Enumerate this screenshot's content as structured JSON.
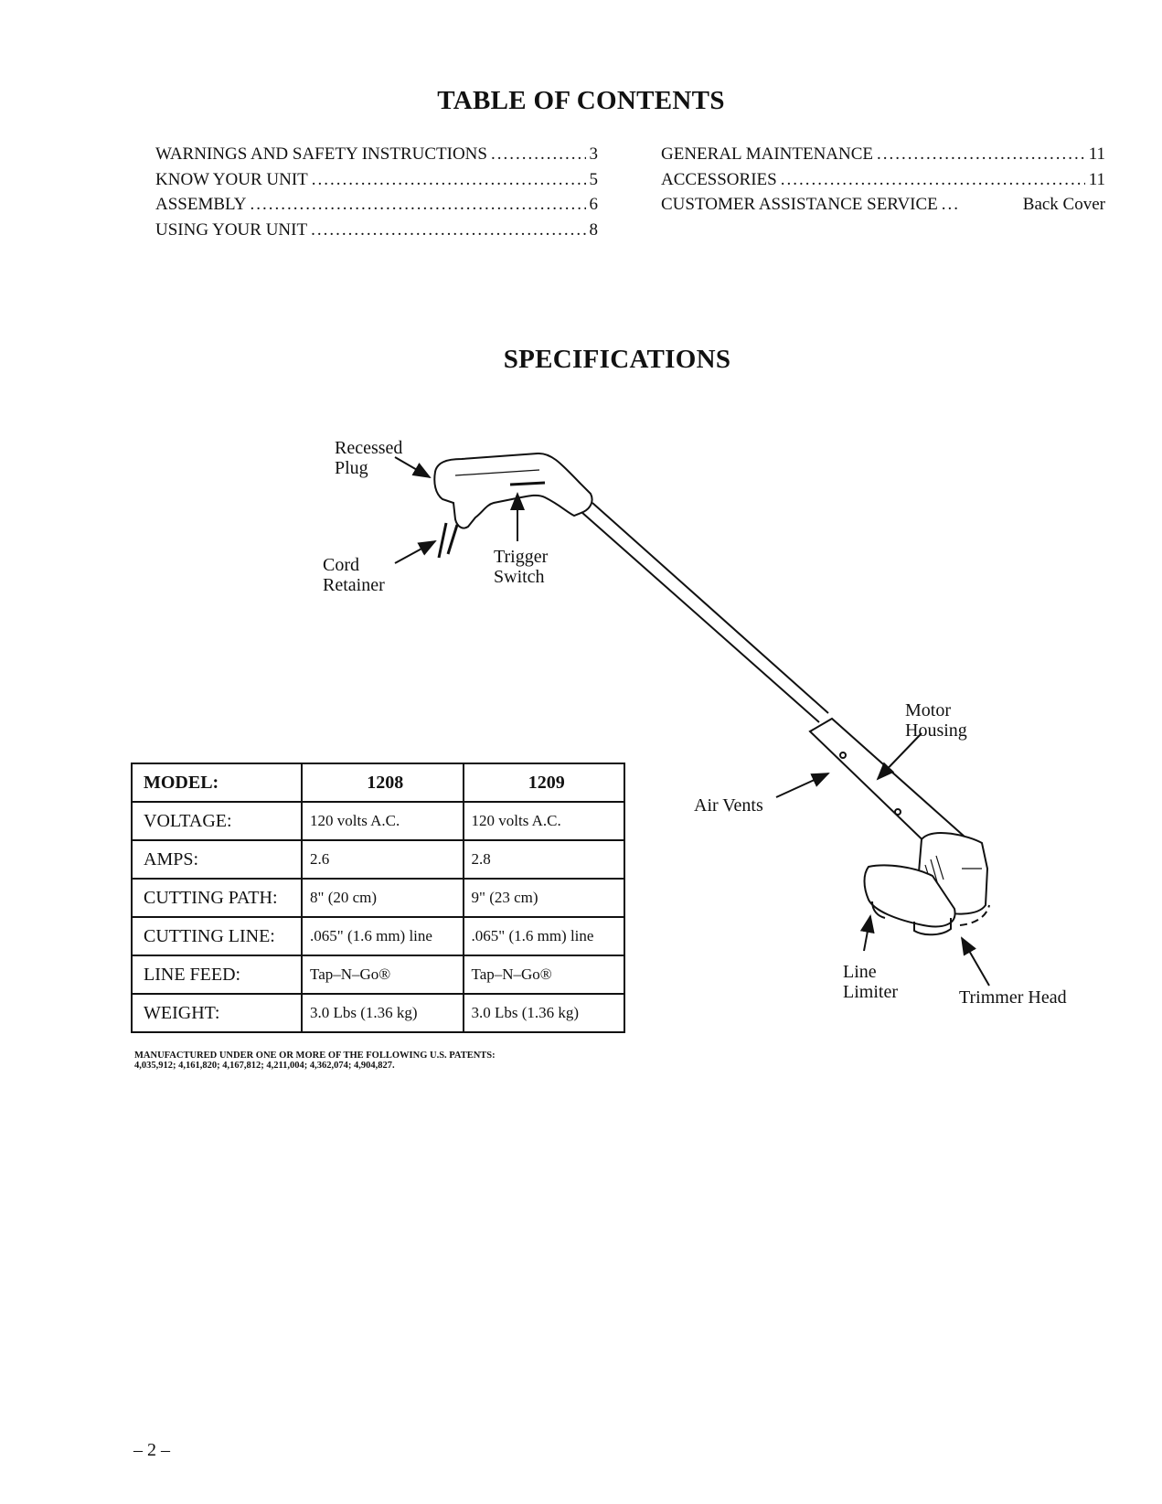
{
  "toc": {
    "title": "TABLE OF CONTENTS",
    "left": [
      {
        "label": "WARNINGS AND SAFETY INSTRUCTIONS",
        "page": "3"
      },
      {
        "label": "KNOW YOUR UNIT",
        "page": "5"
      },
      {
        "label": "ASSEMBLY",
        "page": "6"
      },
      {
        "label": "USING YOUR UNIT",
        "page": "8"
      }
    ],
    "right": [
      {
        "label": "GENERAL MAINTENANCE",
        "page": "11"
      },
      {
        "label": "ACCESSORIES",
        "page": "11"
      },
      {
        "label": "CUSTOMER ASSISTANCE SERVICE",
        "page": "Back Cover"
      }
    ]
  },
  "specifications": {
    "title": "SPECIFICATIONS",
    "labels": {
      "recessed_plug": [
        "Recessed",
        "Plug"
      ],
      "cord_retainer": [
        "Cord",
        "Retainer"
      ],
      "trigger_switch": [
        "Trigger",
        "Switch"
      ],
      "motor_housing": [
        "Motor",
        "Housing"
      ],
      "air_vents": "Air Vents",
      "line_limiter": [
        "Line",
        "Limiter"
      ],
      "trimmer_head": "Trimmer Head"
    },
    "table": {
      "header": [
        "MODEL:",
        "1208",
        "1209"
      ],
      "rows": [
        [
          "VOLTAGE:",
          "120 volts A.C.",
          "120 volts A.C."
        ],
        [
          "AMPS:",
          "2.6",
          "2.8"
        ],
        [
          "CUTTING PATH:",
          "8\" (20 cm)",
          "9\" (23 cm)"
        ],
        [
          "CUTTING LINE:",
          ".065\" (1.6 mm) line",
          ".065\" (1.6 mm) line"
        ],
        [
          "LINE FEED:",
          "Tap–N–Go®",
          "Tap–N–Go®"
        ],
        [
          "WEIGHT:",
          "3.0 Lbs (1.36 kg)",
          "3.0 Lbs (1.36 kg)"
        ]
      ]
    },
    "patents": [
      "MANUFACTURED UNDER ONE OR MORE OF THE FOLLOWING U.S. PATENTS:",
      "4,035,912; 4,161,820; 4,167,812; 4,211,004; 4,362,074; 4,904,827."
    ]
  },
  "page_number": "– 2 –"
}
